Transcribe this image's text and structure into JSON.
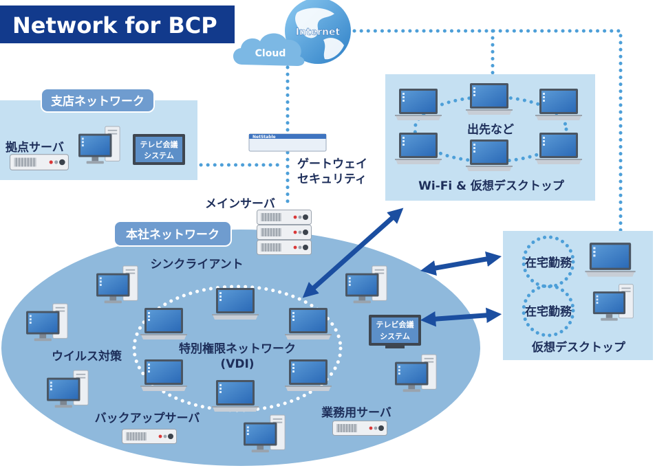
{
  "title": "Network for BCP",
  "internet_label": "Internet",
  "cloud_label": "Cloud",
  "branch": {
    "badge": "支店ネットワーク",
    "server_label": "拠点サーバ",
    "tv_line1": "テレビ会議",
    "tv_line2": "システム"
  },
  "gateway": {
    "device_label": "NetStable",
    "label_line1": "ゲートウェイ",
    "label_line2": "セキュリティ"
  },
  "main_server_label": "メインサーバ",
  "hq": {
    "badge": "本社ネットワーク",
    "thin_client": "シンクライアント",
    "antivirus": "ウイルス対策",
    "backup": "バックアップサーバ",
    "business_server": "業務用サーバ",
    "vdi_line1": "特別権限ネットワーク",
    "vdi_line2": "(VDI)",
    "tv_line1": "テレビ会議",
    "tv_line2": "システム"
  },
  "remote": {
    "center_label": "出先など",
    "bottom_label": "Wi-Fi & 仮想デスクトップ"
  },
  "home": {
    "work1": "在宅勤務",
    "work2": "在宅勤務",
    "bottom_label": "仮想デスクトップ"
  },
  "colors": {
    "title_bg": "#123a8c",
    "panel_bg": "#c5e0f2",
    "ellipse_bg": "#8fb9dc",
    "badge_bg": "#6f9ccf",
    "arrow": "#1b4ea0",
    "dots": "#4d9fd8",
    "text": "#1d2e5a"
  }
}
